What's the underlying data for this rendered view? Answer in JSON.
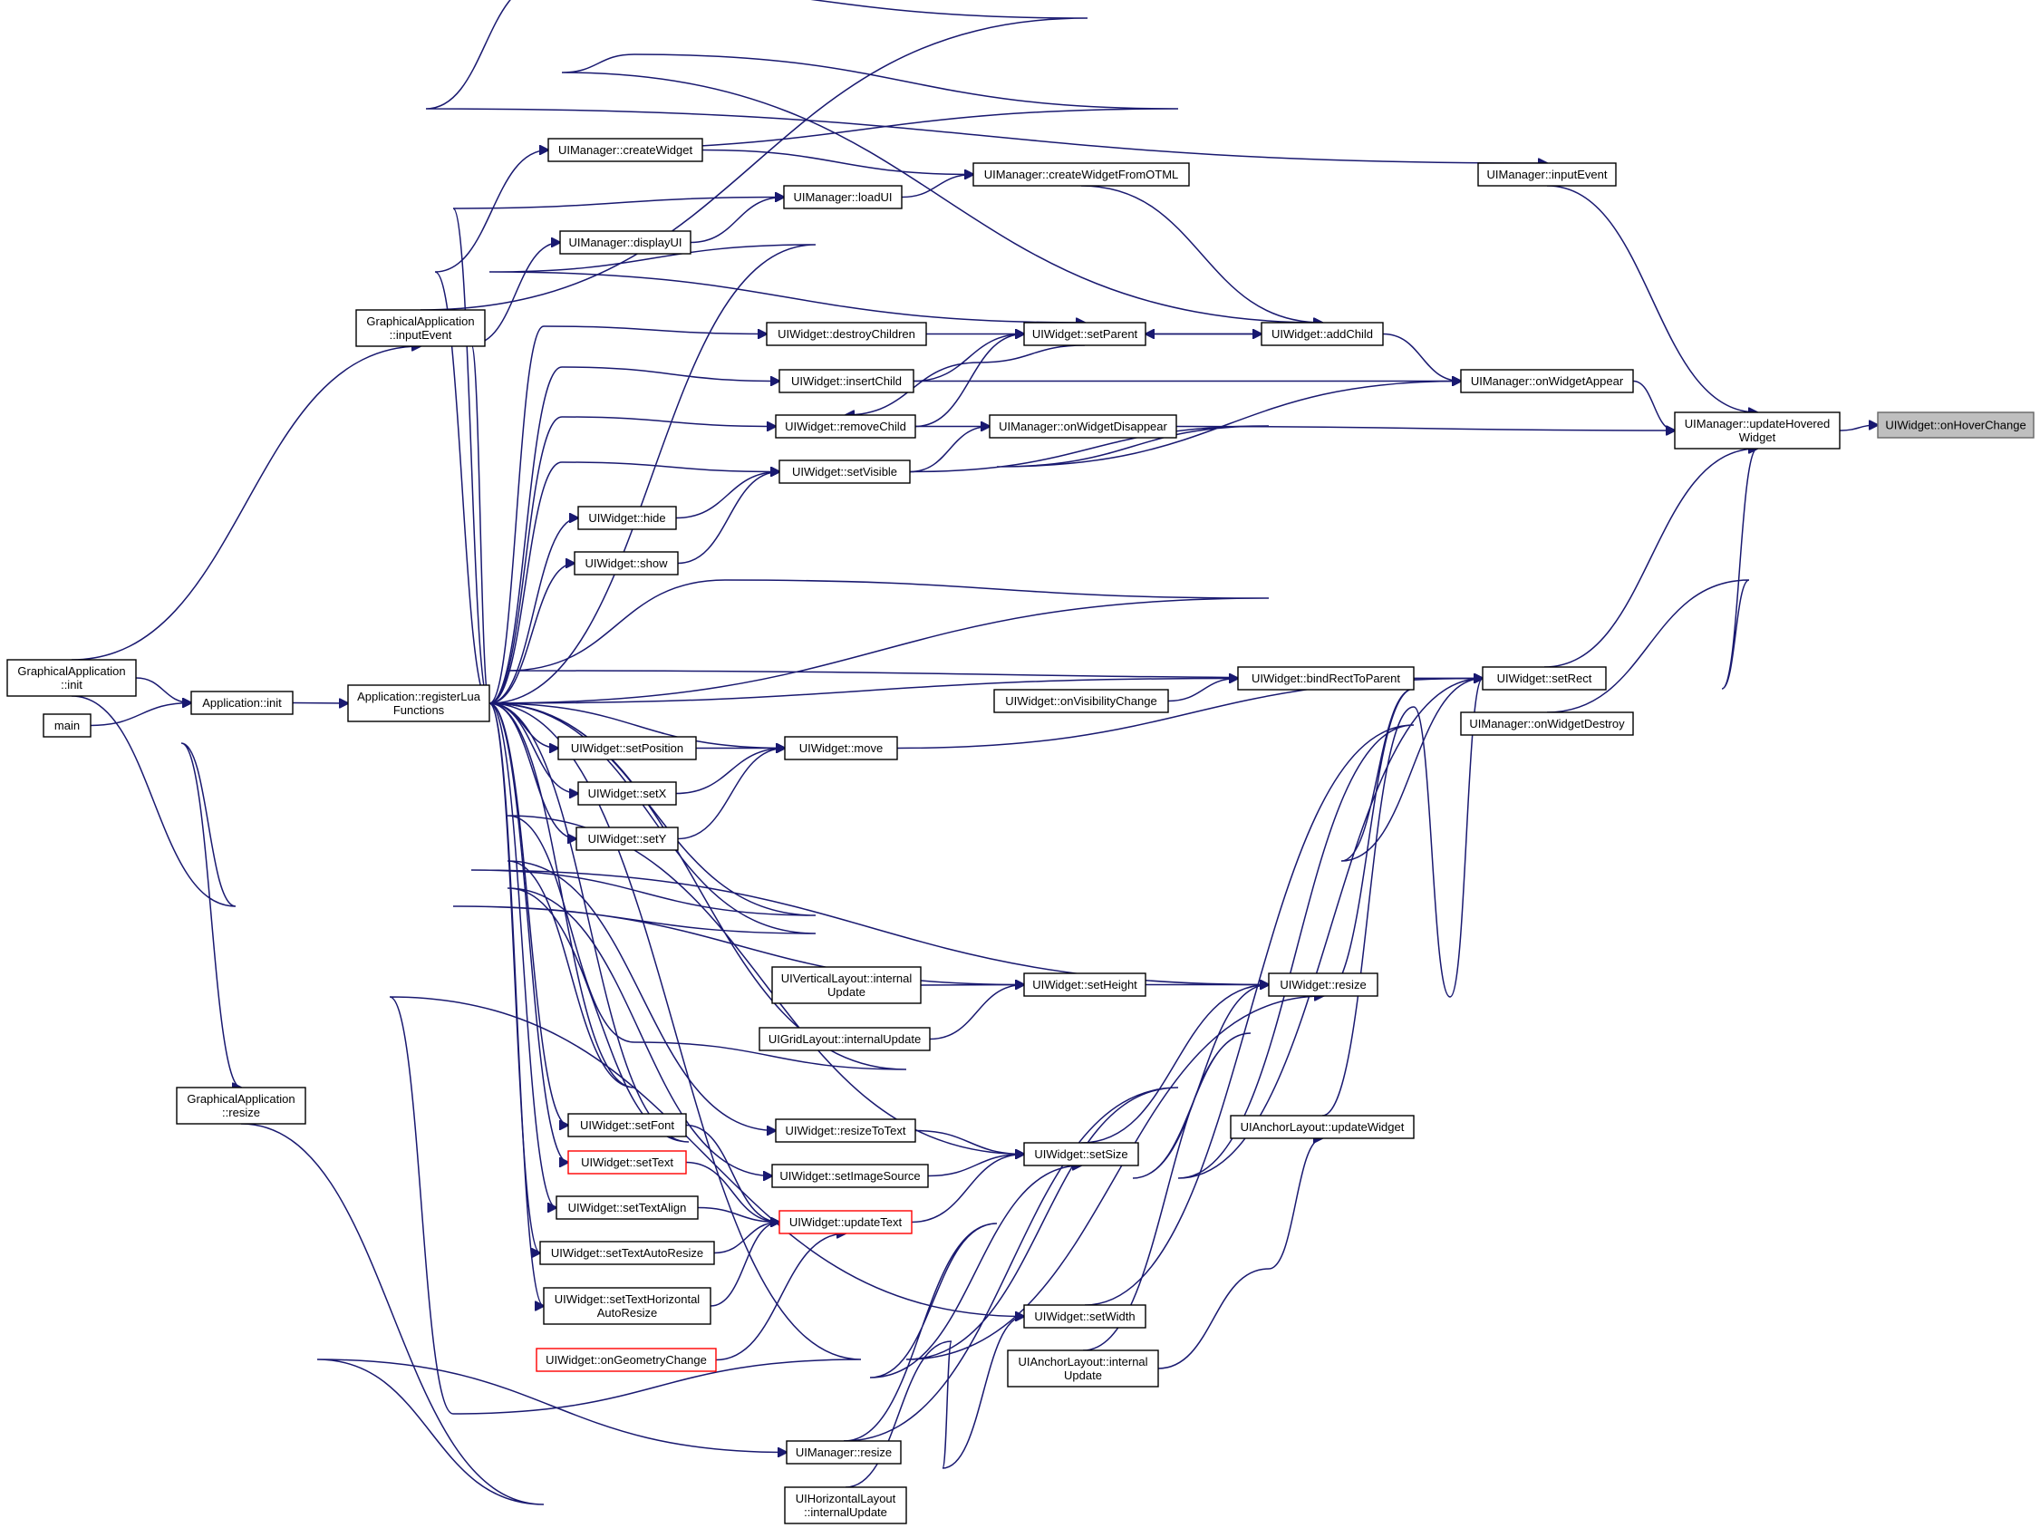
{
  "nodes": {
    "on_hover_change": [
      "UIWidget::onHoverChange"
    ],
    "update_hovered": [
      "UIManager::updateHovered",
      "Widget"
    ],
    "input_event_mgr": [
      "UIManager::inputEvent"
    ],
    "on_widget_appear": [
      "UIManager::onWidgetAppear"
    ],
    "on_widget_destroy": [
      "UIManager::onWidgetDestroy"
    ],
    "on_widget_disappear": [
      "UIManager::onWidgetDisappear"
    ],
    "set_rect": [
      "UIWidget::setRect"
    ],
    "add_child": [
      "UIWidget::addChild"
    ],
    "create_from_otml": [
      "UIManager::createWidgetFromOTML"
    ],
    "create_widget": [
      "UIManager::createWidget"
    ],
    "load_ui": [
      "UIManager::loadUI"
    ],
    "display_ui": [
      "UIManager::displayUI"
    ],
    "set_parent": [
      "UIWidget::setParent"
    ],
    "destroy_children": [
      "UIWidget::destroyChildren"
    ],
    "insert_child": [
      "UIWidget::insertChild"
    ],
    "remove_child": [
      "UIWidget::removeChild"
    ],
    "set_visible": [
      "UIWidget::setVisible"
    ],
    "hide": [
      "UIWidget::hide"
    ],
    "show": [
      "UIWidget::show"
    ],
    "bind_rect": [
      "UIWidget::bindRectToParent"
    ],
    "on_visibility_change": [
      "UIWidget::onVisibilityChange"
    ],
    "move": [
      "UIWidget::move"
    ],
    "set_position": [
      "UIWidget::setPosition"
    ],
    "set_x": [
      "UIWidget::setX"
    ],
    "set_y": [
      "UIWidget::setY"
    ],
    "resize": [
      "UIWidget::resize"
    ],
    "set_height": [
      "UIWidget::setHeight"
    ],
    "vertical_layout": [
      "UIVerticalLayout::internal",
      "Update"
    ],
    "grid_layout": [
      "UIGridLayout::internalUpdate"
    ],
    "anchor_update_widget": [
      "UIAnchorLayout::updateWidget"
    ],
    "set_size": [
      "UIWidget::setSize"
    ],
    "resize_to_text": [
      "UIWidget::resizeToText"
    ],
    "set_image_source": [
      "UIWidget::setImageSource"
    ],
    "set_font": [
      "UIWidget::setFont"
    ],
    "set_text": [
      "UIWidget::setText"
    ],
    "update_text": [
      "UIWidget::updateText"
    ],
    "set_text_align": [
      "UIWidget::setTextAlign"
    ],
    "set_text_auto_resize": [
      "UIWidget::setTextAutoResize"
    ],
    "set_text_horiz_auto_resize": [
      "UIWidget::setTextHorizontal",
      "AutoResize"
    ],
    "on_geometry_change": [
      "UIWidget::onGeometryChange"
    ],
    "set_width": [
      "UIWidget::setWidth"
    ],
    "anchor_internal_update": [
      "UIAnchorLayout::internal",
      "Update"
    ],
    "manager_resize": [
      "UIManager::resize"
    ],
    "horizontal_layout": [
      "UIHorizontalLayout",
      "::internalUpdate"
    ],
    "register_lua": [
      "Application::registerLua",
      "Functions"
    ],
    "ga_input_event": [
      "GraphicalApplication",
      "::inputEvent"
    ],
    "app_init": [
      "Application::init"
    ],
    "ga_init": [
      "GraphicalApplication",
      "::init"
    ],
    "main": [
      "main"
    ],
    "ga_resize": [
      "GraphicalApplication",
      "::resize"
    ]
  },
  "colors": {
    "edge": "#191970",
    "node_border": "#000000",
    "highlight_border": "#ff0000",
    "root_fill": "#bfbfbf",
    "root_border": "#666666",
    "background": "#ffffff"
  }
}
